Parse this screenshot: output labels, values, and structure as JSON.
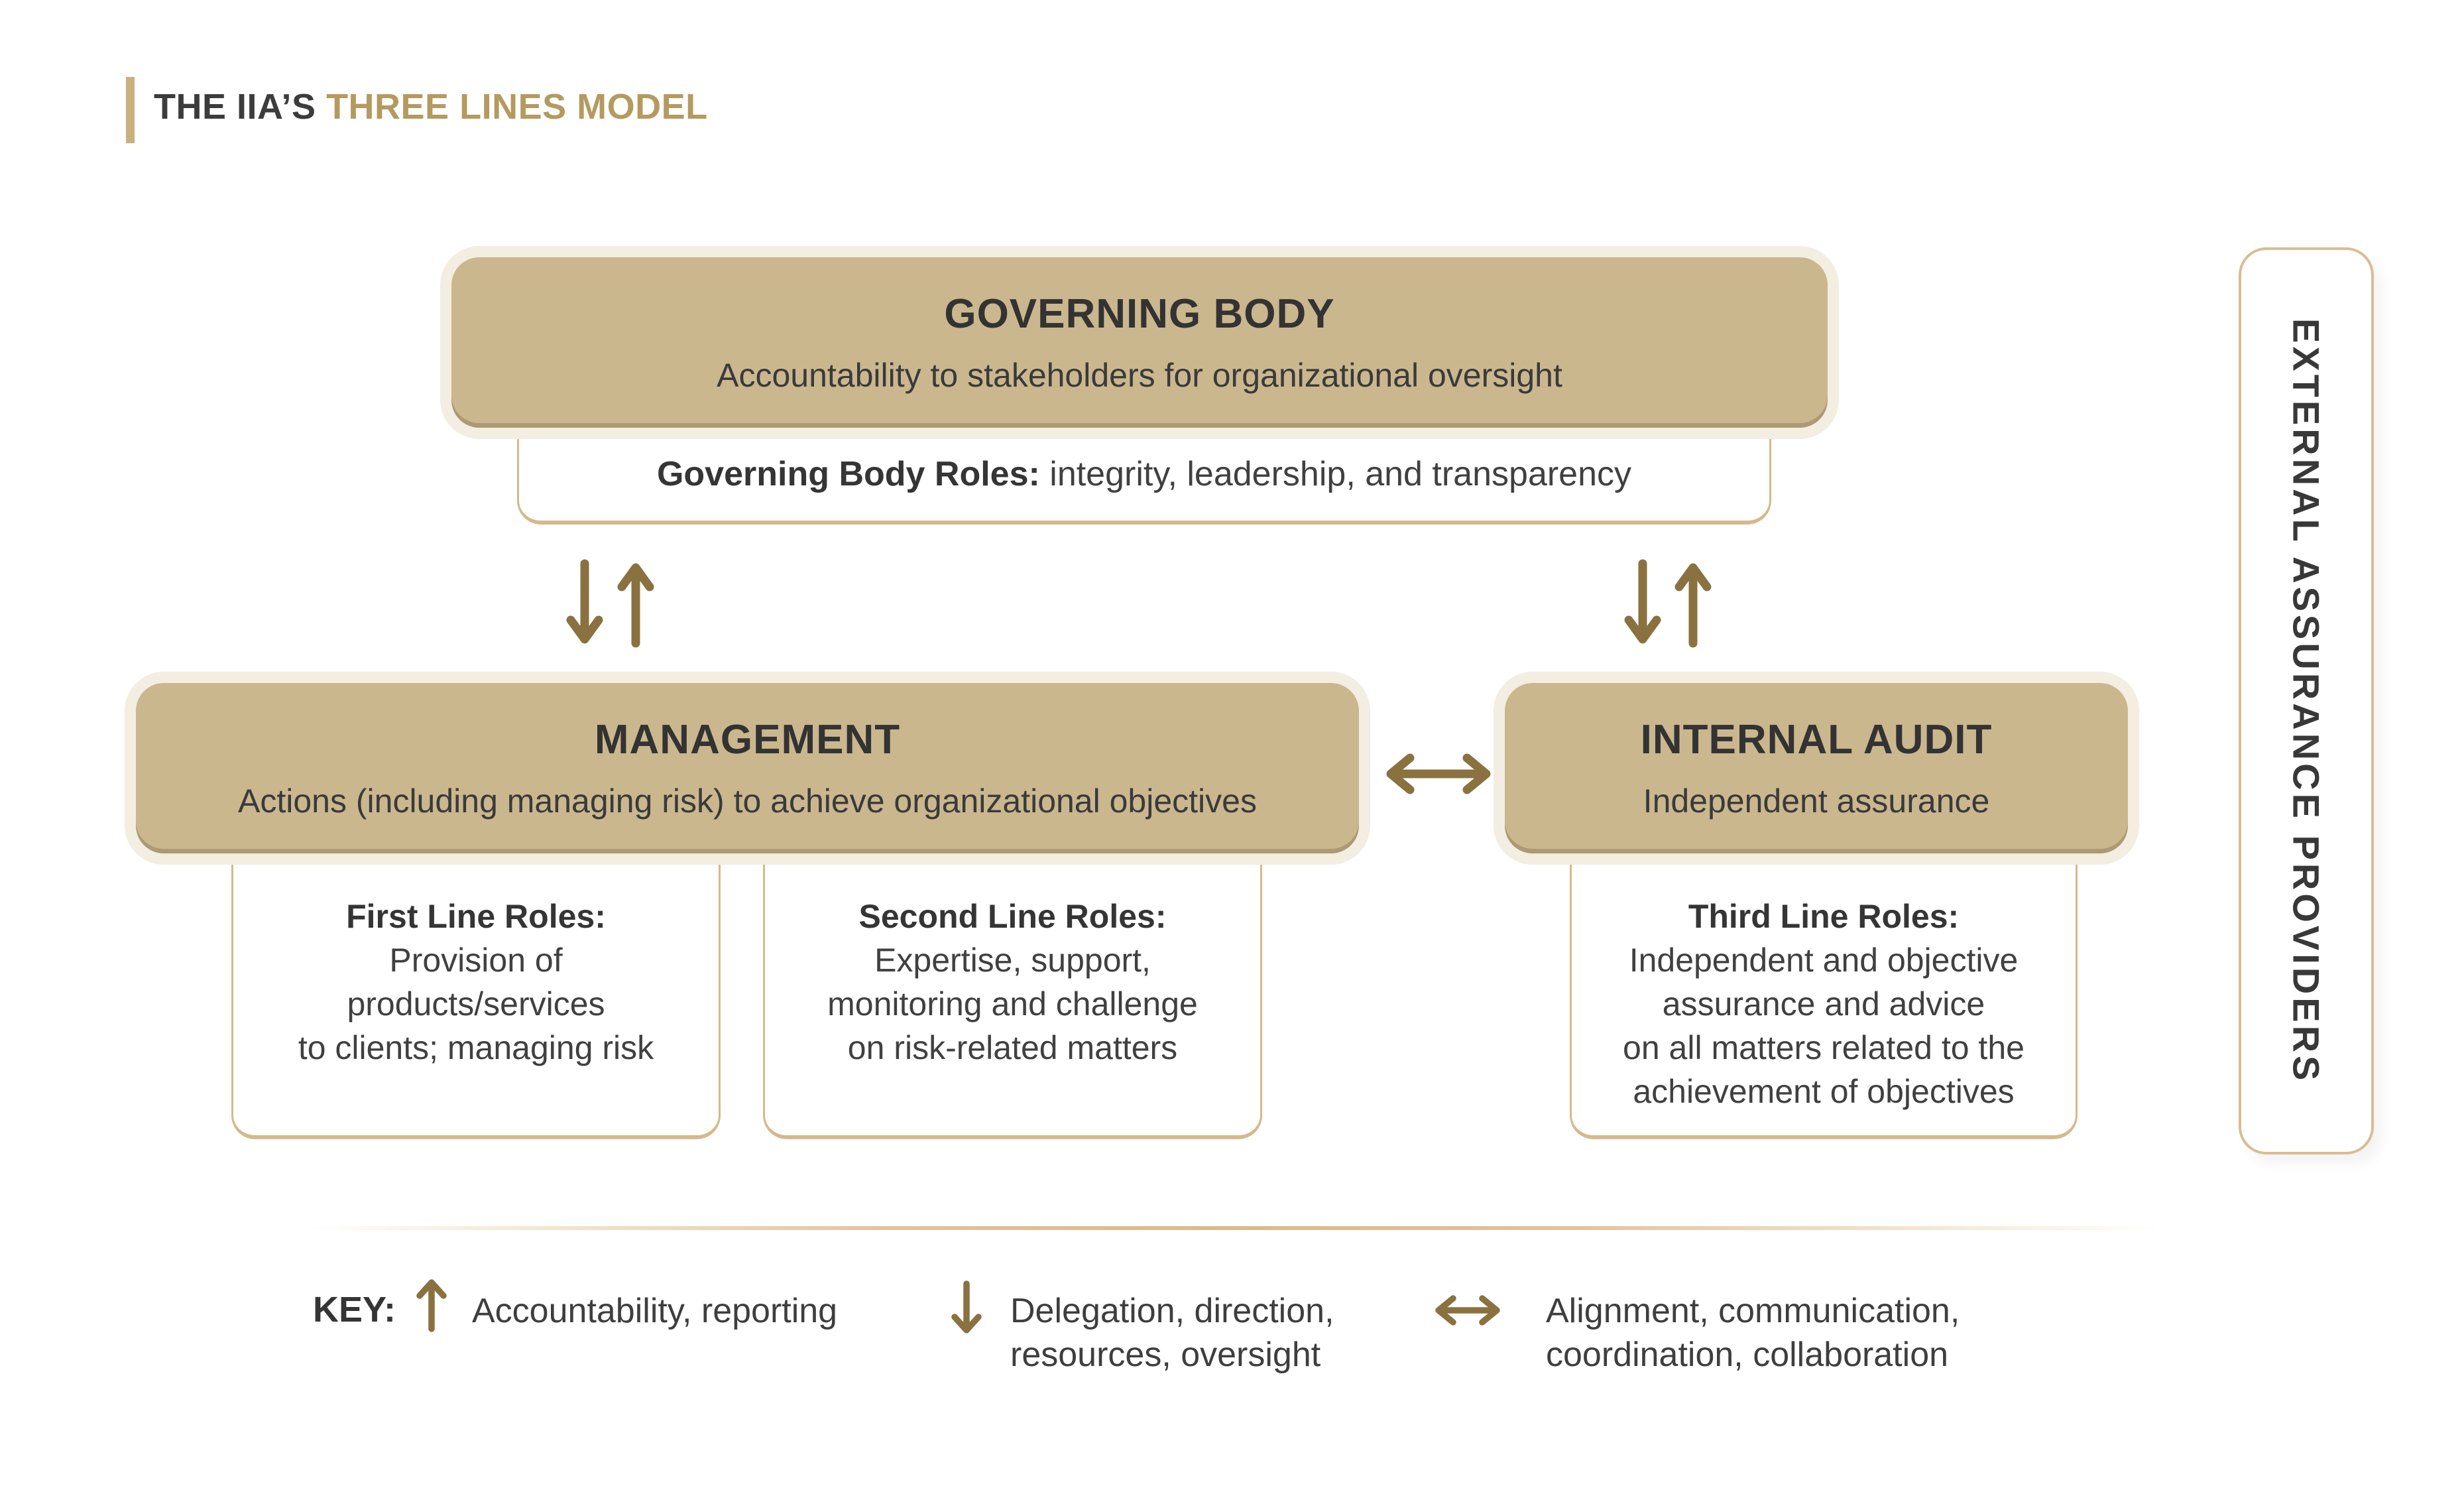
{
  "title": {
    "prefix": "THE IIA’S ",
    "highlight": "THREE LINES MODEL"
  },
  "colors": {
    "accent_gold": "#b49a5f",
    "box_tan": "#cbb78e",
    "box_glow_cream": "#f3ede2",
    "border_gold": "#d5b98c",
    "arrow_brown": "#8a7140",
    "text_dark": "#3a3a3a"
  },
  "boxes": {
    "governing_body": {
      "title": "GOVERNING BODY",
      "subtitle": "Accountability to stakeholders for organizational oversight"
    },
    "governing_roles": {
      "bold": "Governing Body Roles:",
      "rest": " integrity, leadership, and transparency"
    },
    "management": {
      "title": "MANAGEMENT",
      "subtitle": "Actions (including managing risk) to achieve organizational objectives"
    },
    "internal_audit": {
      "title": "INTERNAL AUDIT",
      "subtitle": "Independent assurance"
    },
    "first_line": {
      "heading": "First Line Roles:",
      "lines": [
        "Provision of",
        "products/services",
        "to clients; managing risk"
      ]
    },
    "second_line": {
      "heading": "Second Line Roles:",
      "lines": [
        "Expertise, support,",
        "monitoring and challenge",
        "on risk-related matters"
      ]
    },
    "third_line": {
      "heading": "Third Line Roles:",
      "lines": [
        "Independent and objective",
        "assurance and advice",
        "on all matters related to the",
        "achievement of objectives"
      ]
    },
    "external": {
      "label": "EXTERNAL ASSURANCE PROVIDERS"
    }
  },
  "arrows": {
    "left_pair": [
      "down-arrow-icon",
      "up-arrow-icon"
    ],
    "right_pair": [
      "down-arrow-icon",
      "up-arrow-icon"
    ],
    "middle": "left-right-arrow-icon"
  },
  "key": {
    "label": "KEY:",
    "items": [
      {
        "icon": "up-arrow-icon",
        "lines": [
          "Accountability, reporting"
        ]
      },
      {
        "icon": "down-arrow-icon",
        "lines": [
          "Delegation, direction,",
          "resources, oversight"
        ]
      },
      {
        "icon": "left-right-arrow-icon",
        "lines": [
          "Alignment, communication,",
          "coordination, collaboration"
        ]
      }
    ]
  }
}
